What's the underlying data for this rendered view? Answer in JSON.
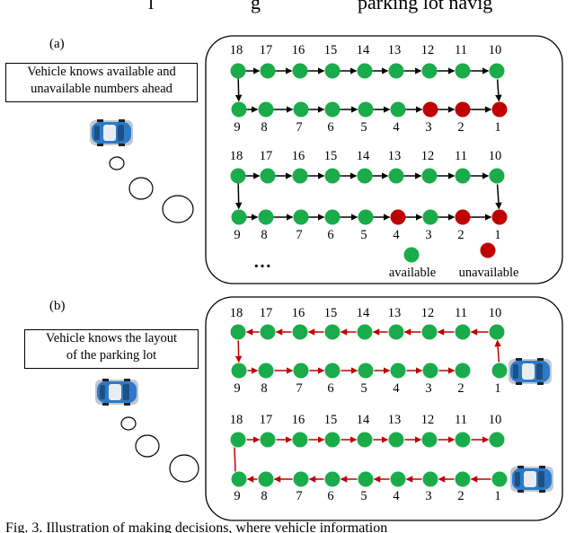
{
  "header_fragment": {
    "left": "l",
    "middle": "g",
    "right": "parking lot navig"
  },
  "footer_fragment": {
    "text": "Fig. 3.  Illustration of making decisions, where vehicle information"
  },
  "panel_a": {
    "label": "(a)",
    "callout": {
      "line1": "Vehicle knows available and",
      "line2": "unavailable numbers ahead"
    },
    "top_rows": [
      "18",
      "17",
      "16",
      "15",
      "14",
      "13",
      "12",
      "11",
      "10"
    ],
    "bottom_rows": [
      "9",
      "8",
      "7",
      "6",
      "5",
      "4",
      "3",
      "2",
      "1"
    ],
    "lot1_unavailable": [
      "3",
      "2",
      "1"
    ],
    "lot2_unavailable": [
      "4",
      "2",
      "1"
    ],
    "ellipsis": "…",
    "legend": {
      "available_label": "available",
      "unavailable_label": "unavailable",
      "available_color": "#1aac4a",
      "unavailable_color": "#c00000"
    }
  },
  "panel_b": {
    "label": "(b)",
    "callout": {
      "line1": "Vehicle knows the layout",
      "line2": "of the parking lot"
    },
    "top_rows": [
      "18",
      "17",
      "16",
      "15",
      "14",
      "13",
      "12",
      "11",
      "10"
    ],
    "bottom_rows": [
      "9",
      "8",
      "7",
      "6",
      "5",
      "4",
      "3",
      "2",
      "1"
    ]
  },
  "colors": {
    "available": "#1aac4a",
    "unavailable": "#c00000",
    "arrow_black": "#000000",
    "arrow_red": "#c00000",
    "car_blue": "#2c7ac7"
  }
}
